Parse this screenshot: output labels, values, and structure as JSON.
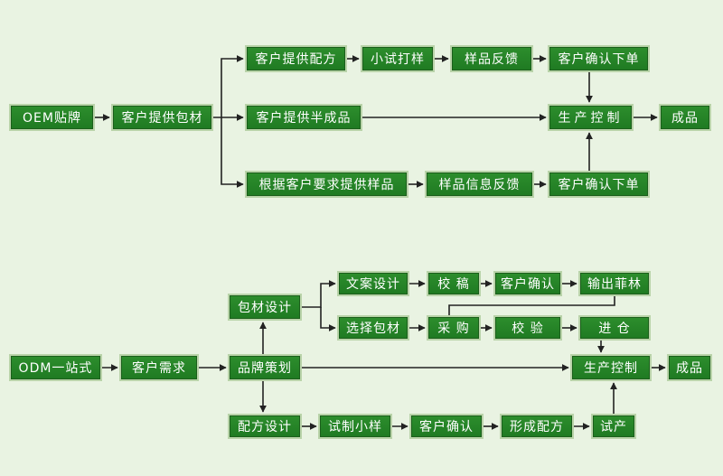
{
  "colors": {
    "background": "#e9f3e2",
    "node_fill": "#1f7a22",
    "node_border": "#b9d3a9",
    "line": "#222222",
    "text": "#ffffff"
  },
  "oem": {
    "start": "OEM贴牌",
    "package": "客户提供包材",
    "branch_formula": [
      "客户提供配方",
      "小试打样",
      "样品反馈",
      "客户确认下单"
    ],
    "semi_finished": "客户提供半成品",
    "branch_sample": [
      "根据客户要求提供样品",
      "样品信息反馈",
      "客户确认下单"
    ],
    "production": "生产控制",
    "finished": "成品"
  },
  "odm": {
    "start": "ODM一站式",
    "demand": "客户需求",
    "planning": "品牌策划",
    "packaging_design": "包材设计",
    "copy_branch": [
      "文案设计",
      "校 稿",
      "客户确认",
      "输出菲林"
    ],
    "material_branch": [
      "选择包材",
      "采 购",
      "校 验",
      "进 仓"
    ],
    "formula_branch": [
      "配方设计",
      "试制小样",
      "客户确认",
      "形成配方",
      "试产"
    ],
    "production": "生产控制",
    "finished": "成品"
  }
}
